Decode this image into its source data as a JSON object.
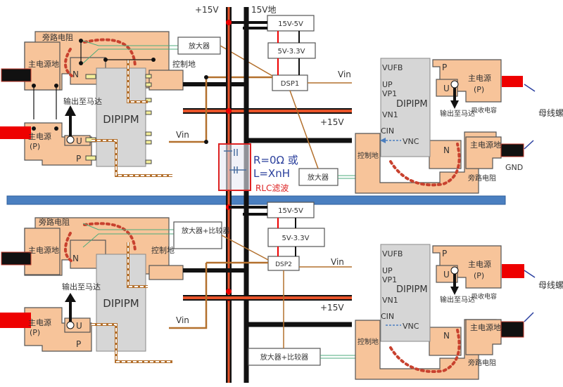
{
  "diagram": {
    "title": "DIPIPM 双逆变器 PCB 接地与布线示意图",
    "rails": {
      "plus15v": "+15V",
      "gnd15v": "15V地",
      "divider_color": "#4a7fc0"
    },
    "filter": {
      "label_r": "R=0Ω 或",
      "label_l": "L=XnH",
      "caption": "RLC滤波"
    },
    "top": {
      "left_module": {
        "chip": "DIPIPM",
        "bypass": "旁路电阻",
        "main_gnd": "主电源地",
        "main_pwr": "主电源",
        "main_pwr_p": "(P)",
        "output": "输出至马达",
        "ctrl_gnd": "控制地",
        "pin_n": "N",
        "pin_u": "U",
        "pin_p": "P",
        "vin": "Vin"
      },
      "amp_left": "放大器",
      "reg1": "15V-5V",
      "reg2": "5V-3.3V",
      "dsp": "DSP1",
      "amp_right": "放大器",
      "right_module": {
        "chip": "DIPIPM",
        "pins": [
          "VUFB",
          "UP",
          "VP1",
          "VN1",
          "CIN",
          "VNC"
        ],
        "pin_p": "P",
        "pin_u": "U",
        "pin_n": "N",
        "main_pwr": "主电源",
        "main_pwr_p": "(P)",
        "main_gnd": "主电源地",
        "bypass": "旁路电阻",
        "snubber": "吸收电容",
        "output": "输出至马达",
        "ctrl_gnd": "控制地",
        "vin": "Vin",
        "plus15v": "+15V"
      },
      "busbar_note": "母线螺钉连接",
      "gnd_label": "GND"
    },
    "bottom": {
      "left_module": {
        "chip": "DIPIPM",
        "bypass": "旁路电阻",
        "main_gnd": "主电源地",
        "main_pwr": "主电源",
        "main_pwr_p": "(P)",
        "output": "输出至马达",
        "ctrl_gnd": "控制地",
        "pin_n": "N",
        "pin_u": "U",
        "pin_p": "P",
        "vin": "Vin"
      },
      "amp_left": "放大器+比较器",
      "reg1": "15V-5V",
      "reg2": "5V-3.3V",
      "dsp": "DSP2",
      "amp_right": "放大器+比较器",
      "right_module": {
        "chip": "DIPIPM",
        "pins": [
          "VUFB",
          "UP",
          "VP1",
          "VN1",
          "CIN",
          "VNC"
        ],
        "pin_p": "P",
        "pin_u": "U",
        "pin_n": "N",
        "main_pwr": "主电源",
        "main_pwr_p": "(P)",
        "main_gnd": "主电源地",
        "bypass": "旁路电阻",
        "snubber": "吸收电容",
        "output": "输出至马达",
        "ctrl_gnd": "控制地",
        "vin": "Vin",
        "plus15v": "+15V"
      },
      "busbar_note": "母线螺钉连接"
    }
  }
}
